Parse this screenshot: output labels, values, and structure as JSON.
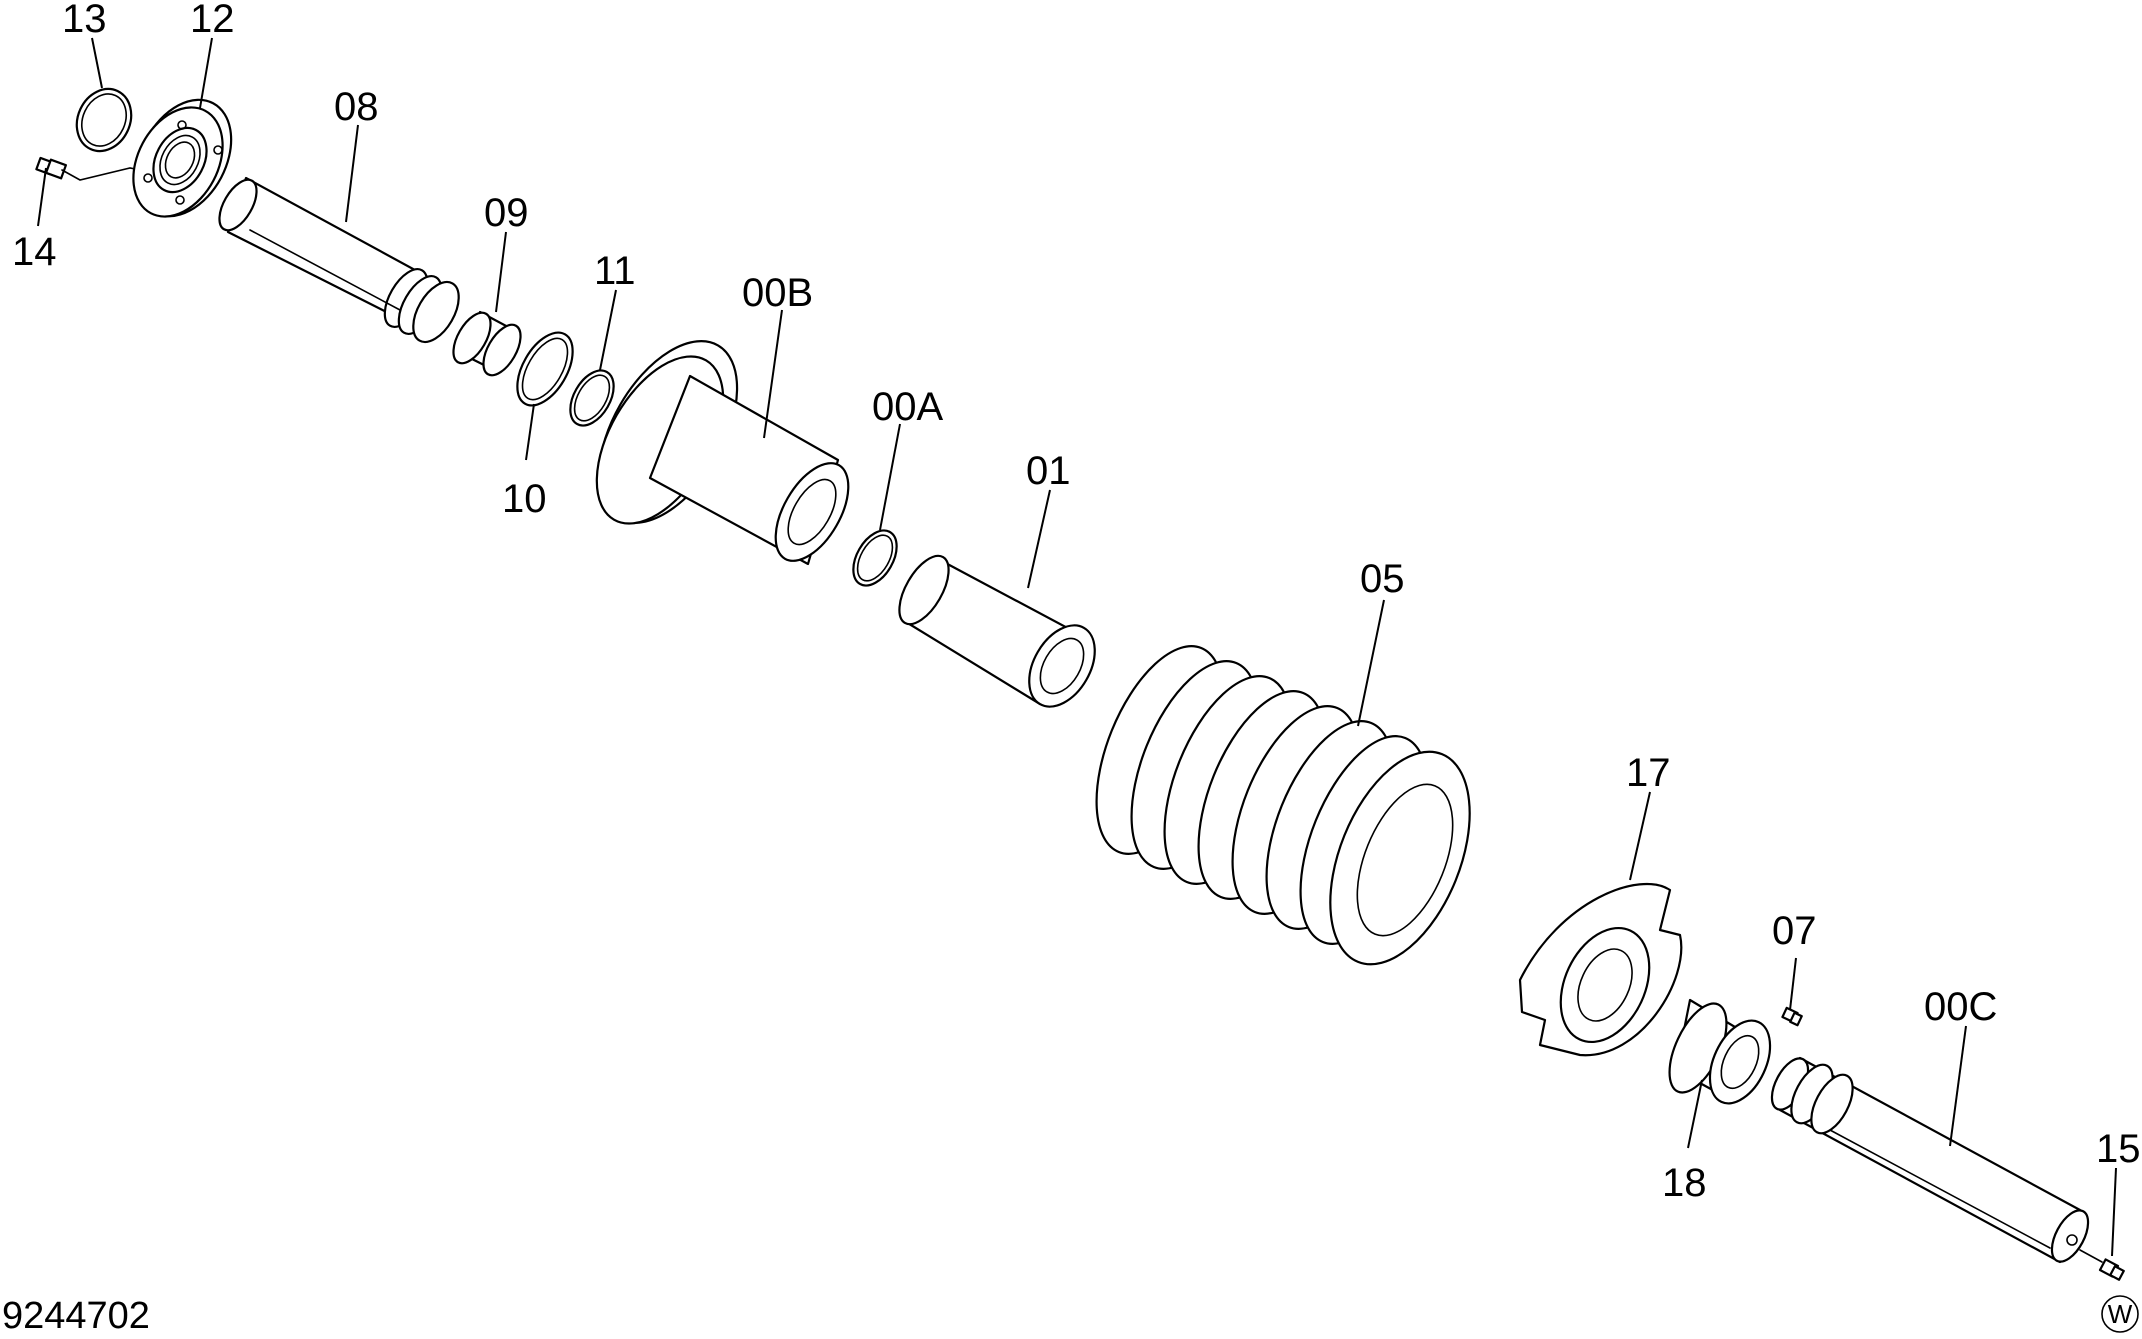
{
  "diagram": {
    "drawing_number": "9244702",
    "corner_mark": "W",
    "callouts": {
      "p13": "13",
      "p12": "12",
      "p14": "14",
      "p08": "08",
      "p09": "09",
      "p10": "10",
      "p11": "11",
      "p00B": "00B",
      "p00A": "00A",
      "p01": "01",
      "p05": "05",
      "p17": "17",
      "p07": "07",
      "p18": "18",
      "p00C": "00C",
      "p15": "15"
    }
  }
}
